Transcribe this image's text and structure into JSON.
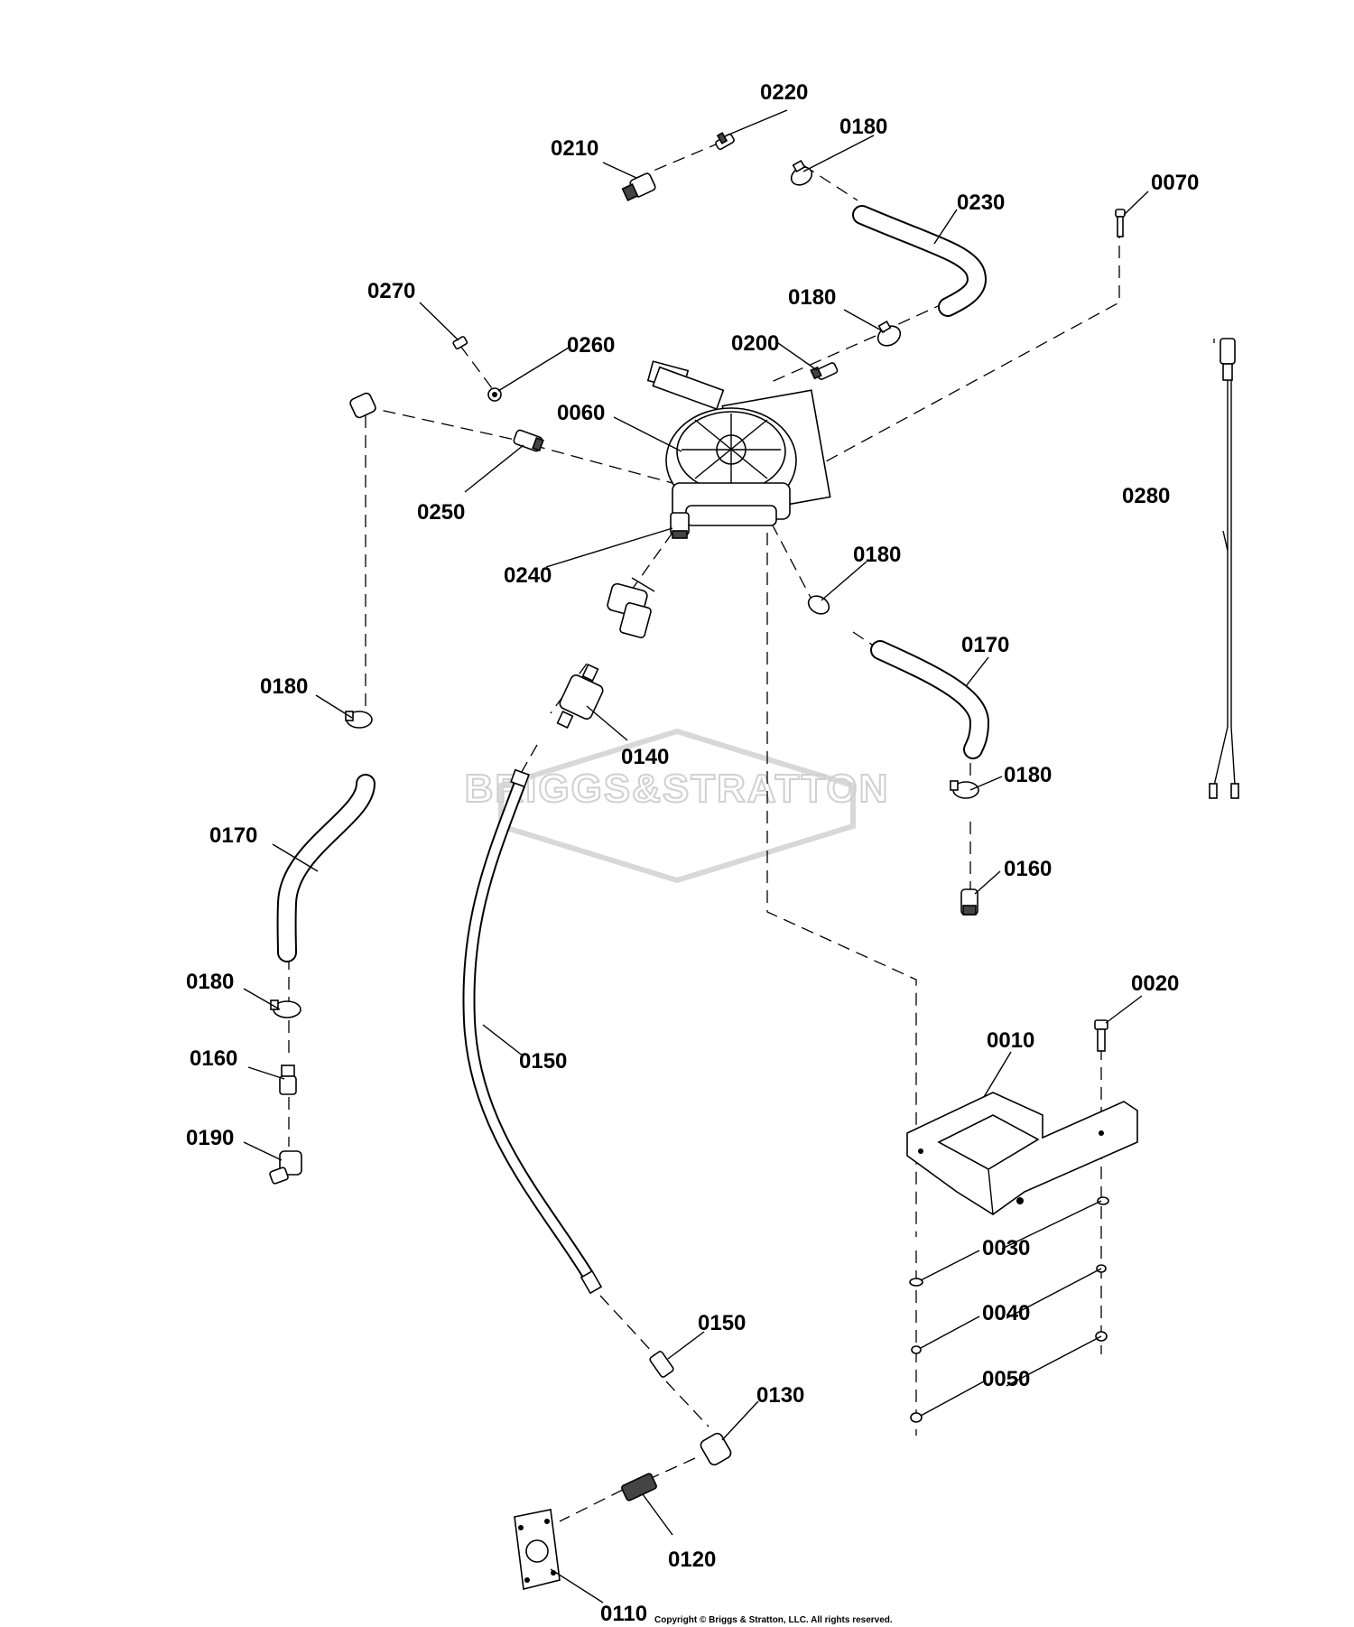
{
  "callouts": {
    "c0220": "0220",
    "c0210": "0210",
    "c0180_top": "0180",
    "c0230": "0230",
    "c0070": "0070",
    "c0270": "0270",
    "c0260": "0260",
    "c0180_b": "0180",
    "c0200": "0200",
    "c0060": "0060",
    "c0250": "0250",
    "c0240": "0240",
    "c0280": "0280",
    "c0180_c": "0180",
    "c0180_left": "0180",
    "c0170_right": "0170",
    "c0140": "0140",
    "c0180_right": "0180",
    "c0170_left": "0170",
    "c0160_right": "0160",
    "c0180_low_left": "0180",
    "c0020": "0020",
    "c0010": "0010",
    "c0160_left": "0160",
    "c0150_hose": "0150",
    "c0190": "0190",
    "c0030": "0030",
    "c0040": "0040",
    "c0150_fitting": "0150",
    "c0050": "0050",
    "c0130": "0130",
    "c0120": "0120",
    "c0110": "0110"
  },
  "watermark": "BRIGGS&STRATTON",
  "copyright": "Copyright © Briggs & Stratton, LLC. All rights reserved."
}
